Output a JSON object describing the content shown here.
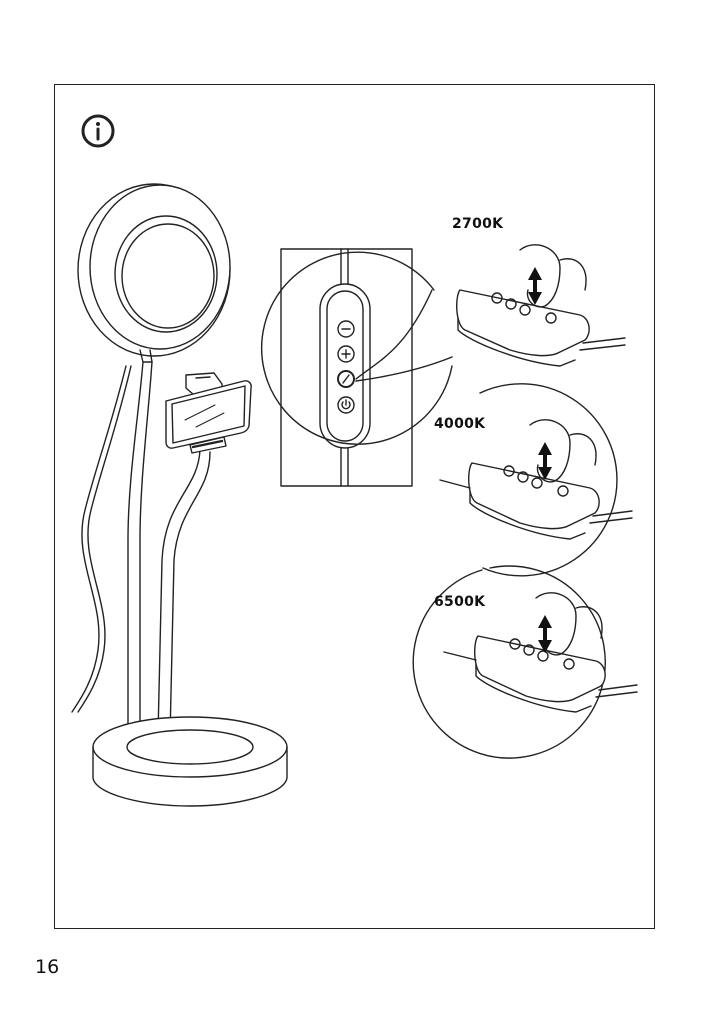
{
  "page": {
    "number": "16",
    "info_icon": "info-icon"
  },
  "color_temps": [
    {
      "label": "2700K"
    },
    {
      "label": "4000K"
    },
    {
      "label": "6500K"
    }
  ],
  "controller_buttons": [
    "minus-icon",
    "plus-icon",
    "color-temperature-icon",
    "power-icon"
  ]
}
